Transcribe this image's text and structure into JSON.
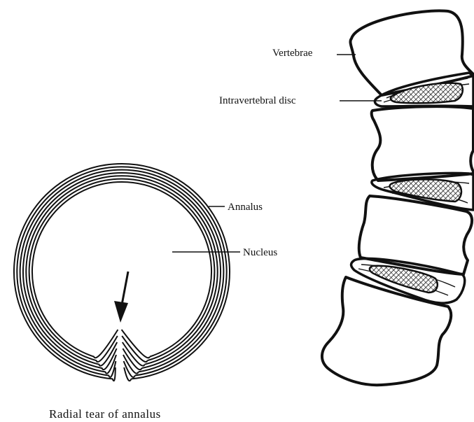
{
  "disc_panel": {
    "caption": "Radial tear of annalus",
    "labels": {
      "annalus": "Annalus",
      "nucleus": "Nucleus"
    },
    "ring_count": 7
  },
  "spine_panel": {
    "labels": {
      "vertebrae": "Vertebrae",
      "disc": "Intravertebral disc"
    },
    "vertebra_count": 4,
    "disc_count": 3
  },
  "colors": {
    "ink": "#111111",
    "background": "#ffffff"
  }
}
